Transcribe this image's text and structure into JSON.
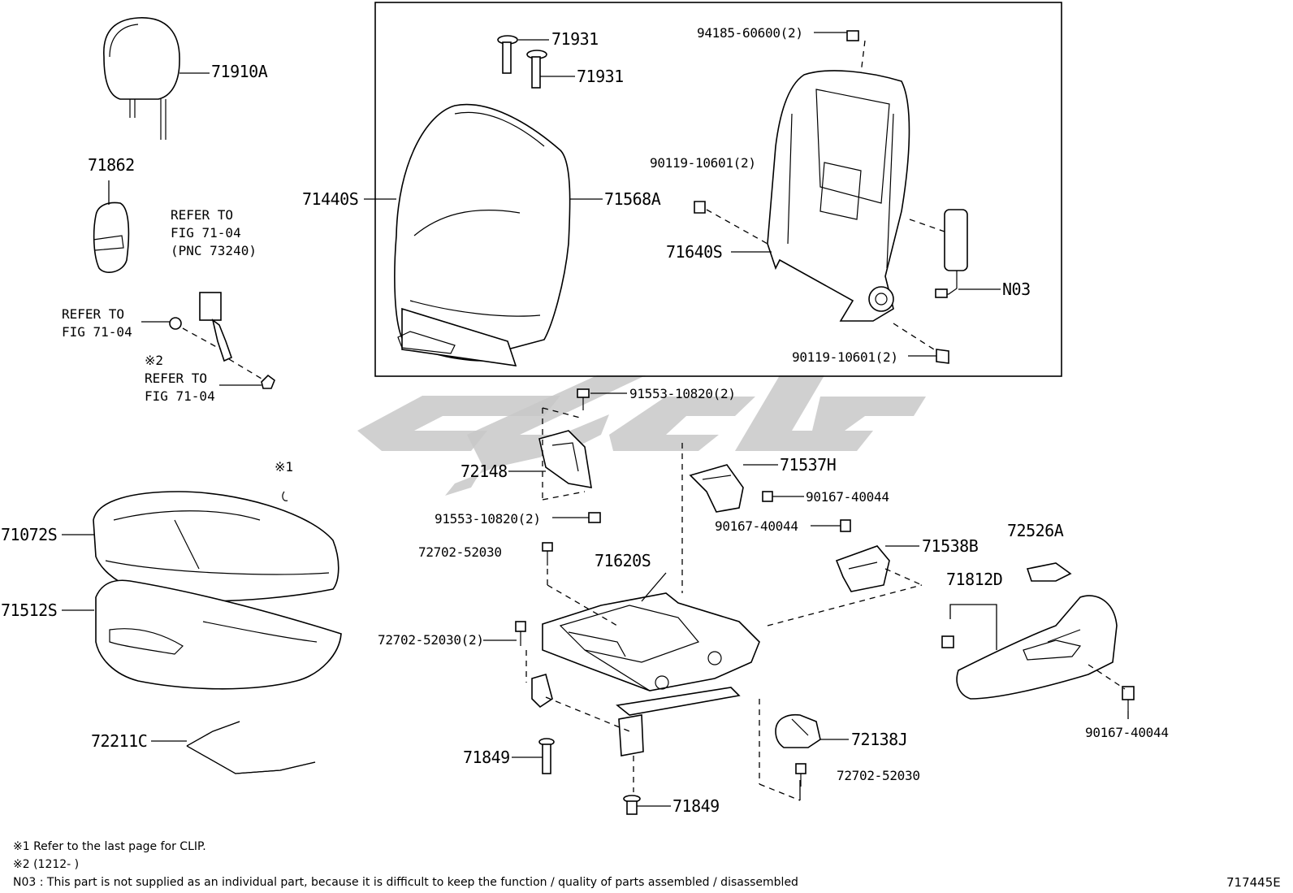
{
  "labels": {
    "p71910A": "71910A",
    "p71862": "71862",
    "p71440S": "71440S",
    "p71568A": "71568A",
    "p71931a": "71931",
    "p71931b": "71931",
    "p94185": "94185-60600(2)",
    "p90119a": "90119-10601(2)",
    "p71640S": "71640S",
    "pN03": "N03",
    "p90119b": "90119-10601(2)",
    "p91553a": "91553-10820(2)",
    "p72148": "72148",
    "p91553b": "91553-10820(2)",
    "p71537H": "71537H",
    "p90167a": "90167-40044",
    "p90167b": "90167-40044",
    "p71538B": "71538B",
    "p72526A": "72526A",
    "p71812D": "71812D",
    "p90167c": "90167-40044",
    "p72702a": "72702-52030",
    "p71620S": "71620S",
    "p72702b": "72702-52030(2)",
    "p71072S": "71072S",
    "p71512S": "71512S",
    "p72211C": "72211C",
    "p71849a": "71849",
    "p71849b": "71849",
    "p72138J": "72138J",
    "p72702c": "72702-52030"
  },
  "refs": {
    "refer1": "REFER TO\nFIG 71-04\n(PNC 73240)",
    "refer2": "REFER TO\nFIG 71-04",
    "mark2": "※2",
    "refer3": "REFER TO\nFIG 71-04",
    "mark1": "※1"
  },
  "notes": {
    "note1": "※1 Refer to the last page for CLIP.",
    "note2": "※2 (1212-        )",
    "note3": "N03 : This part is not supplied as an individual part, because it is difficult to keep the function / quality of parts assembled / disassembled",
    "figure_id": "717445E"
  }
}
